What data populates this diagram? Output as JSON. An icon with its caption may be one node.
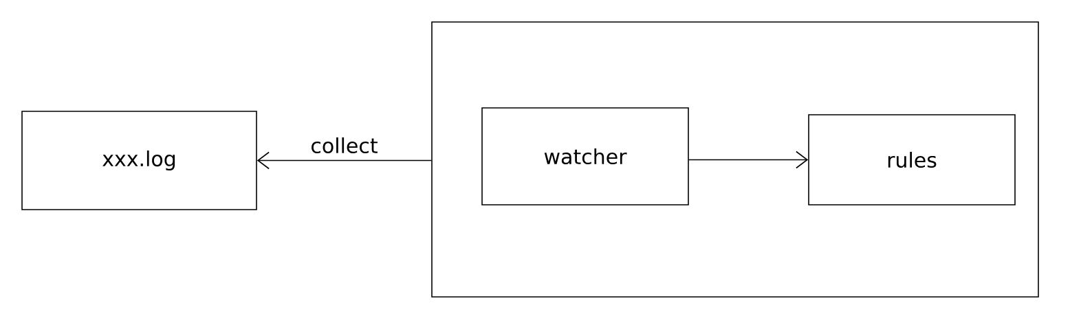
{
  "diagram": {
    "nodes": [
      {
        "text": [
          "xxx.log"
        ]
      },
      {
        "text": [],
        "shape": "box"
      },
      {
        "text": [
          "watcher"
        ],
        "in": 1
      },
      {
        "text": [
          "rules"
        ],
        "in": 1
      }
    ],
    "edges": [
      {
        "from": 1,
        "to": 0,
        "arrow": "to",
        "label": "collect"
      },
      {
        "from": 2,
        "to": 3,
        "arrow": "to"
      }
    ]
  }
}
